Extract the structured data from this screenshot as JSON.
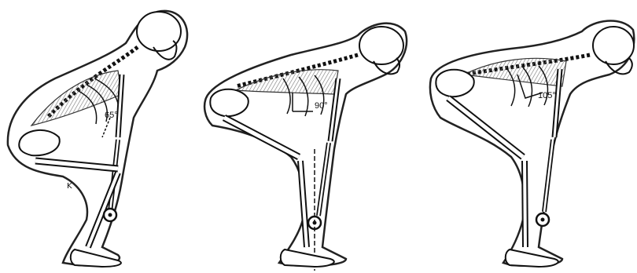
{
  "figures": [
    {
      "name": "figure-1",
      "angle_label": "65°",
      "knee_shift": "forward"
    },
    {
      "name": "figure-2",
      "angle_label": "90°",
      "knee_shift": "vertical"
    },
    {
      "name": "figure-3",
      "angle_label": "105°",
      "knee_shift": "back"
    }
  ],
  "signature": "K",
  "colors": {
    "line": "#111111",
    "muscle": "#8a8a8a",
    "bone_fill": "#ffffff",
    "outline": "#222222"
  }
}
